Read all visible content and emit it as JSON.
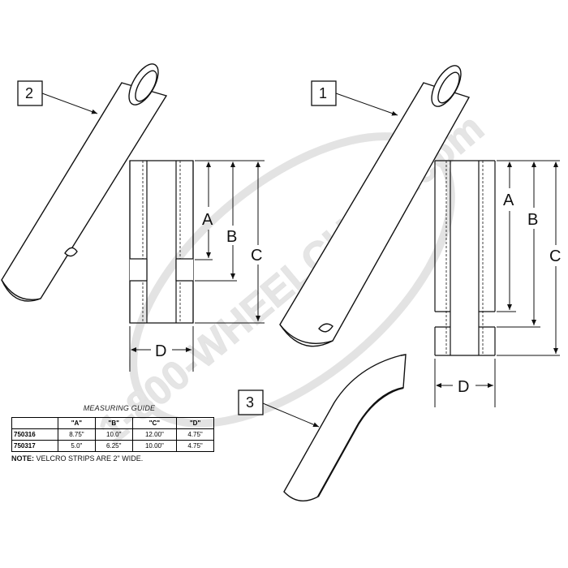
{
  "callouts": [
    "2",
    "1",
    "3"
  ],
  "dimensions_left": {
    "a": "A",
    "b": "B",
    "c": "C",
    "d": "D"
  },
  "dimensions_right": {
    "a": "A",
    "b": "B",
    "c": "C",
    "d": "D"
  },
  "watermark": "1-800-WHEELCHAIR.com",
  "measuring_guide": {
    "title": "MEASURING GUIDE",
    "headers": [
      "",
      "\"A\"",
      "\"B\"",
      "\"C\"",
      "\"D\""
    ],
    "rows": [
      [
        "750316",
        "8.75\"",
        "10.0\"",
        "12.00\"",
        "4.75\""
      ],
      [
        "750317",
        "5.0\"",
        "6.25\"",
        "10.00\"",
        "4.75\""
      ]
    ],
    "note_label": "NOTE:",
    "note_text": " VELCRO STRIPS ARE 2\" WIDE."
  }
}
